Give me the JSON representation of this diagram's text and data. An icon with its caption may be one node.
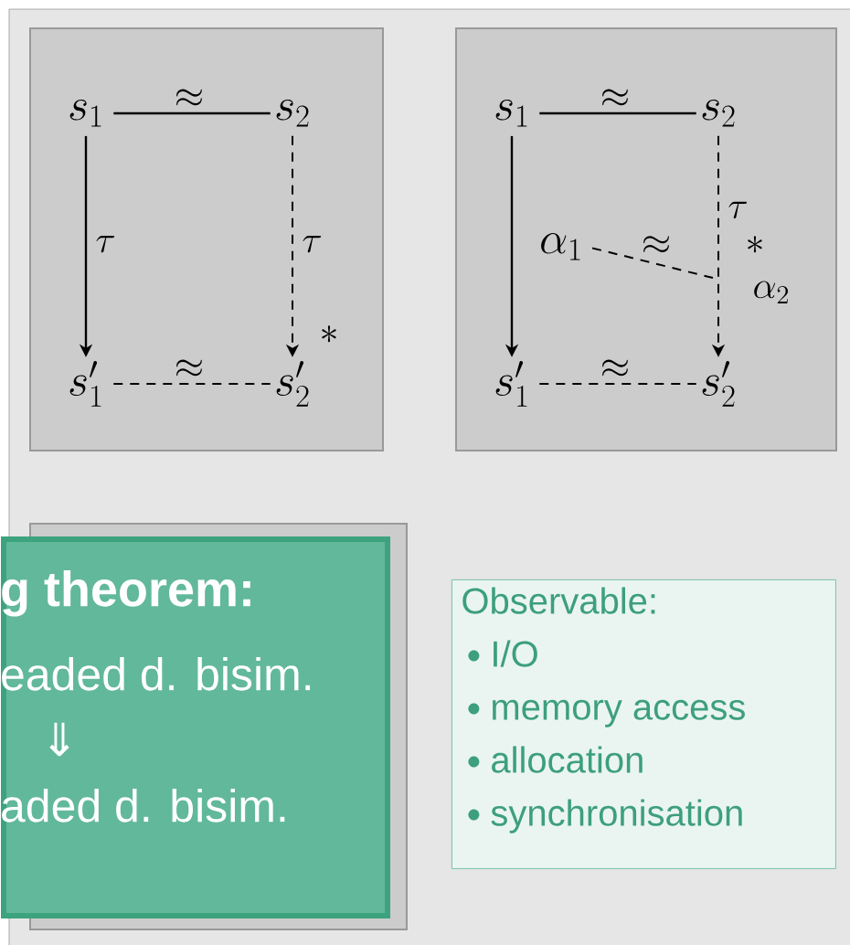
{
  "diagram": {
    "nodes": [
      {
        "text": [],
        "shape": "box"
      },
      {
        "text": [
          "s_1"
        ],
        "in": 0
      },
      {
        "text": [
          "s_2"
        ],
        "in": 0
      },
      {
        "text": [
          "s'_1"
        ],
        "in": 0
      },
      {
        "text": [
          "s'_2"
        ],
        "in": 0
      },
      {
        "text": [],
        "shape": "box"
      },
      {
        "text": [
          "s_1"
        ],
        "in": 5
      },
      {
        "text": [
          "s_2"
        ],
        "in": 5
      },
      {
        "text": [
          "s'_1"
        ],
        "in": 5
      },
      {
        "text": [
          "s'_2"
        ],
        "in": 5
      },
      {
        "text": [
          "\\alpha_1"
        ],
        "in": 5
      },
      {
        "text": [],
        "shape": "box"
      },
      {
        "text": [
          "g theorem:",
          "eaded d. bisim.",
          "⇓",
          "aded d. bisim."
        ]
      },
      {
        "text": [
          "Observable:",
          "I/O",
          "memory access",
          "allocation",
          "synchronisation"
        ]
      }
    ],
    "edges": [
      {
        "from": 1,
        "to": 2,
        "arrow": "none",
        "label": "\\approx"
      },
      {
        "from": 1,
        "to": 3,
        "arrow": "to",
        "label": "\\tau"
      },
      {
        "from": 2,
        "to": 4,
        "arrow": "to",
        "style": "dashed",
        "label": "\\tau"
      },
      {
        "from": 3,
        "to": 4,
        "arrow": "none",
        "style": "dashed",
        "label": "\\approx"
      },
      {
        "from": 6,
        "to": 7,
        "arrow": "none",
        "label": "\\approx"
      },
      {
        "from": 6,
        "to": 8,
        "arrow": "to"
      },
      {
        "from": 7,
        "to": 9,
        "arrow": "to",
        "style": "dashed",
        "label": "\\tau"
      },
      {
        "from": 8,
        "to": 9,
        "arrow": "none",
        "style": "dashed",
        "label": "\\approx"
      },
      {
        "from": 10,
        "to": null,
        "arrow": "none",
        "style": "dashed",
        "label": "\\approx"
      }
    ],
    "labels": [
      "*",
      "*",
      "\\alpha_2"
    ]
  }
}
